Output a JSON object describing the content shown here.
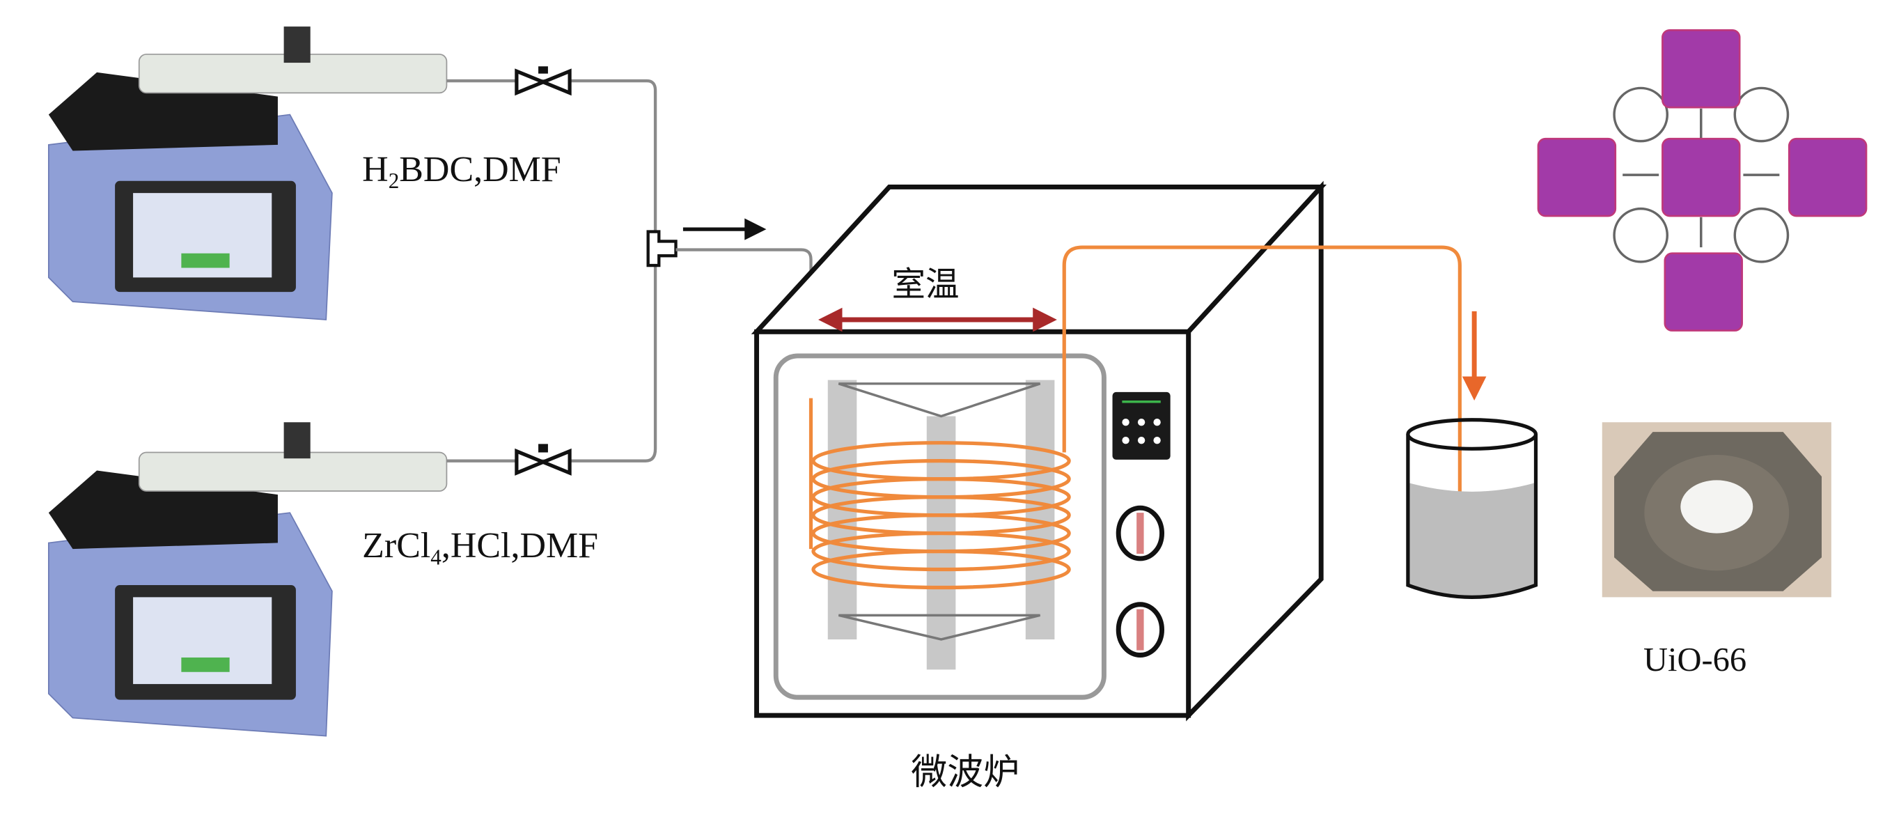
{
  "labels": {
    "pump1_reagents": {
      "main": "H",
      "sub": "2",
      "rest": "BDC,DMF"
    },
    "pump2_reagents": {
      "main": "ZrCl",
      "sub": "4",
      "rest": ",HCl,DMF"
    },
    "room_temp": "室温",
    "microwave": "微波炉",
    "product": "UiO-66"
  },
  "colors": {
    "tube_grey": "#8a8a8a",
    "tube_orange": "#f08a3c",
    "arrow_red": "#a8292a",
    "arrow_orange": "#e8672a",
    "pump_body": "#8f9fd6",
    "mof_purple": "#a23aa8"
  }
}
